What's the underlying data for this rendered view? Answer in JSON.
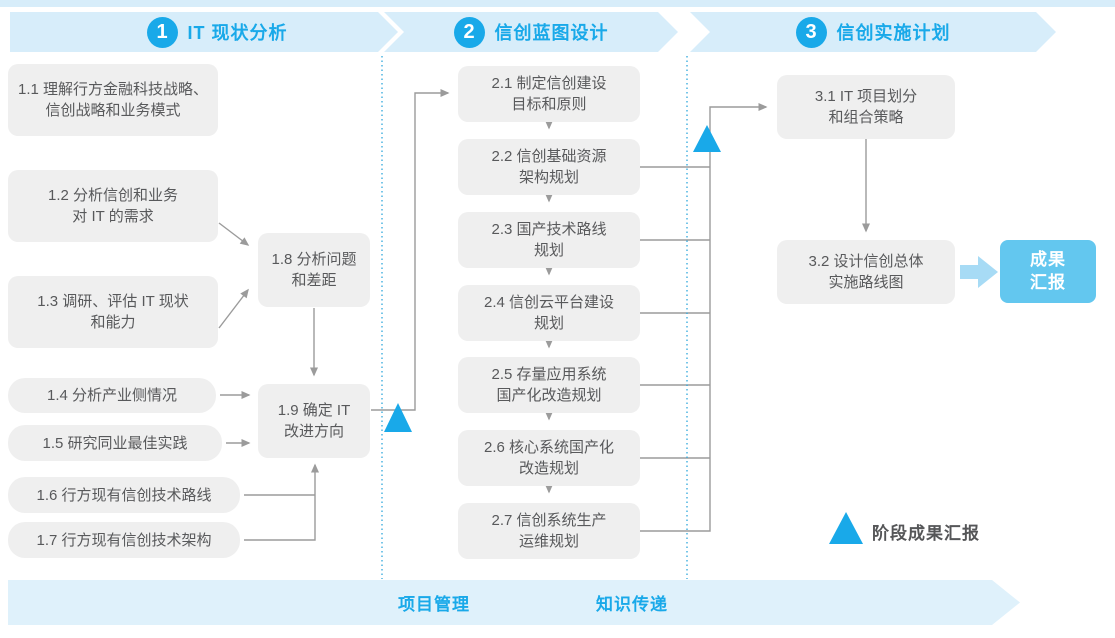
{
  "phases": [
    {
      "number": "1",
      "label": "IT 现状分析"
    },
    {
      "number": "2",
      "label": "信创蓝图设计"
    },
    {
      "number": "3",
      "label": "信创实施计划"
    }
  ],
  "boxes": {
    "b1_1": "1.1 理解行方金融科技战略、\n信创战略和业务模式",
    "b1_2": "1.2 分析信创和业务\n对 IT 的需求",
    "b1_3": "1.3 调研、评估 IT 现状\n和能力",
    "b1_4": "1.4 分析产业侧情况",
    "b1_5": "1.5 研究同业最佳实践",
    "b1_6": "1.6 行方现有信创技术路线",
    "b1_7": "1.7 行方现有信创技术架构",
    "b1_8": "1.8 分析问题\n和差距",
    "b1_9": "1.9 确定 IT\n改进方向",
    "b2_1": "2.1 制定信创建设\n目标和原则",
    "b2_2": "2.2 信创基础资源\n架构规划",
    "b2_3": "2.3 国产技术路线\n规划",
    "b2_4": "2.4 信创云平台建设\n规划",
    "b2_5": "2.5 存量应用系统\n国产化改造规划",
    "b2_6": "2.6 核心系统国产化\n改造规划",
    "b2_7": "2.7 信创系统生产\n运维规划",
    "b3_1": "3.1 IT 项目划分\n和组合策略",
    "b3_2": "3.2 设计信创总体\n实施路线图"
  },
  "report_box": "成果\n汇报",
  "legend_label": "阶段成果汇报",
  "footer": {
    "project_mgmt": "项目管理",
    "knowledge_transfer": "知识传递"
  },
  "colors": {
    "accent_blue": "#19A9E9",
    "banner_bg": "#D7EDFA",
    "bottom_banner_bg": "#DFF1FB",
    "box_bg": "#EFEFEF",
    "box_text": "#58595B",
    "connector_gray": "#9B9B9B",
    "report_box_bg": "#63C7EF",
    "thick_arrow": "#A7DBF5"
  }
}
